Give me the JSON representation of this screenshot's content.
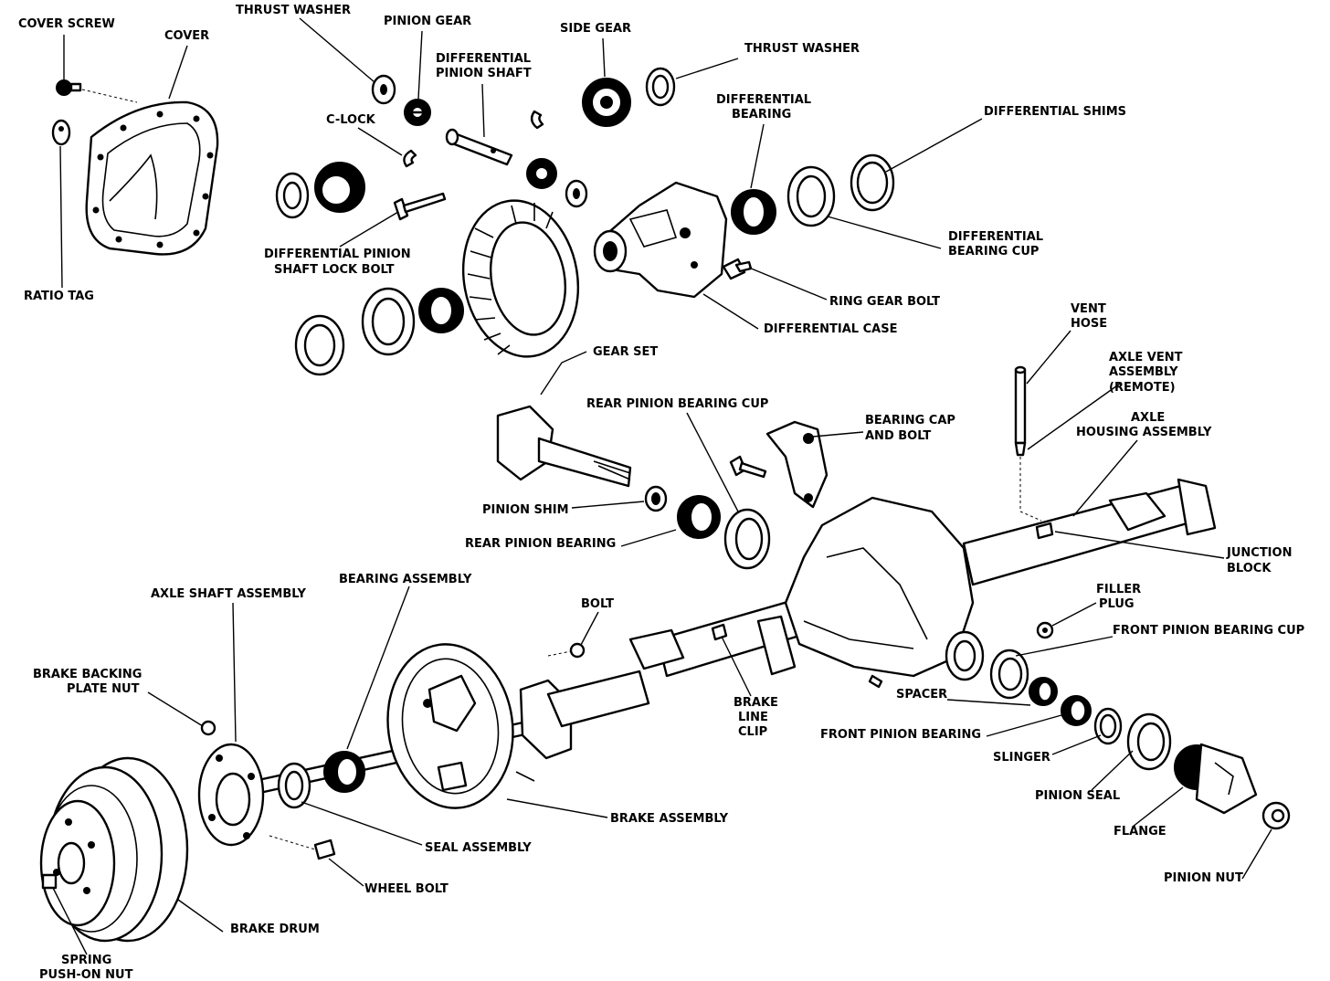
{
  "labels": {
    "cover_screw": "COVER SCREW",
    "cover": "COVER",
    "ratio_tag": "RATIO TAG",
    "thrust_washer_left": "THRUST WASHER",
    "pinion_gear": "PINION GEAR",
    "differential_pinion_shaft_1": "DIFFERENTIAL",
    "differential_pinion_shaft_2": "PINION SHAFT",
    "c_lock": "C-LOCK",
    "side_gear": "SIDE GEAR",
    "thrust_washer_right": "THRUST WASHER",
    "differential_bearing_1": "DIFFERENTIAL",
    "differential_bearing_2": "BEARING",
    "differential_shims": "DIFFERENTIAL SHIMS",
    "differential_bearing_cup_1": "DIFFERENTIAL",
    "differential_bearing_cup_2": "BEARING CUP",
    "lock_bolt_1": "DIFFERENTIAL PINION",
    "lock_bolt_2": "SHAFT LOCK BOLT",
    "ring_gear_bolt": "RING GEAR BOLT",
    "differential_case": "DIFFERENTIAL CASE",
    "gear_set": "GEAR SET",
    "vent_hose_1": "VENT",
    "vent_hose_2": "HOSE",
    "axle_vent_1": "AXLE VENT",
    "axle_vent_2": "ASSEMBLY",
    "axle_vent_3": "(REMOTE)",
    "rear_pinion_bearing_cup": "REAR PINION BEARING CUP",
    "bearing_cap_1": "BEARING CAP",
    "bearing_cap_2": "AND BOLT",
    "axle_housing_1": "AXLE",
    "axle_housing_2": "HOUSING ASSEMBLY",
    "pinion_shim": "PINION SHIM",
    "rear_pinion_bearing": "REAR PINION BEARING",
    "junction_block_1": "JUNCTION",
    "junction_block_2": "BLOCK",
    "bearing_assembly": "BEARING ASSEMBLY",
    "axle_shaft_assembly": "AXLE SHAFT ASSEMBLY",
    "bolt": "BOLT",
    "filler_plug_1": "FILLER",
    "filler_plug_2": "PLUG",
    "front_pinion_bearing_cup": "FRONT PINION BEARING CUP",
    "brake_backing_1": "BRAKE BACKING",
    "brake_backing_2": "PLATE NUT",
    "brake_line_clip_1": "BRAKE",
    "brake_line_clip_2": "LINE",
    "brake_line_clip_3": "CLIP",
    "spacer": "SPACER",
    "front_pinion_bearing": "FRONT PINION BEARING",
    "slinger": "SLINGER",
    "pinion_seal": "PINION SEAL",
    "brake_assembly": "BRAKE ASSEMBLY",
    "seal_assembly": "SEAL ASSEMBLY",
    "flange": "FLANGE",
    "wheel_bolt": "WHEEL BOLT",
    "pinion_nut": "PINION NUT",
    "brake_drum": "BRAKE DRUM",
    "spring_nut_1": "SPRING",
    "spring_nut_2": "PUSH-ON NUT"
  }
}
